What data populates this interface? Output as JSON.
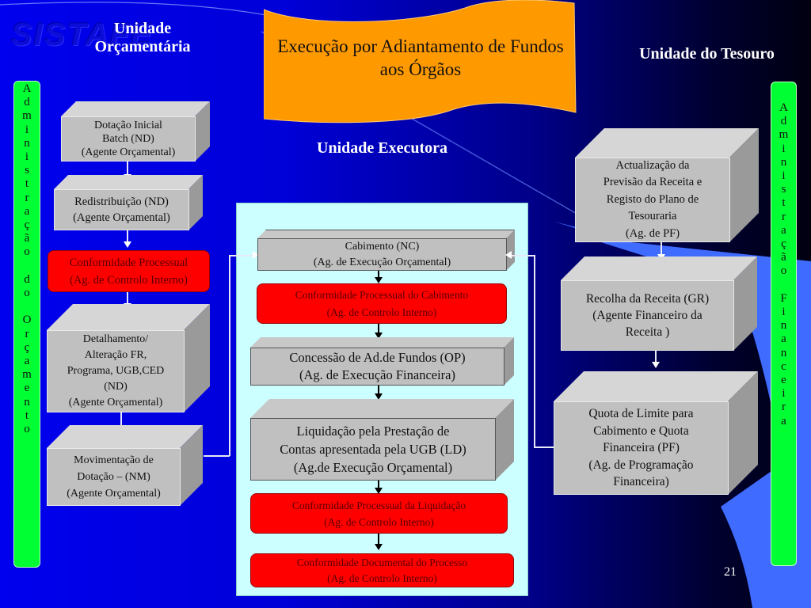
{
  "title": {
    "banner": "Execução por Adiantamento de Fundos aos Órgãos",
    "banner_color": "#ff9900",
    "watermark": "SISTAFE"
  },
  "sections": {
    "left": "Unidade Orçamentária",
    "center": "Unidade Executora",
    "right": "Unidade do Tesouro"
  },
  "side_bars": {
    "left": [
      "A",
      "d",
      "m",
      "i",
      "n",
      "i",
      "s",
      "t",
      "r",
      "a",
      "ç",
      "ã",
      "o",
      " ",
      "d",
      "o",
      " ",
      "O",
      "r",
      "ç",
      "a",
      "m",
      "e",
      "n",
      "t",
      "o"
    ],
    "right": [
      "A",
      "d",
      "m",
      "i",
      "n",
      "i",
      "s",
      "t",
      "r",
      "a",
      "ç",
      "ã",
      "o",
      " ",
      "F",
      "i",
      "n",
      "a",
      "n",
      "c",
      "e",
      "i",
      "r",
      "a"
    ],
    "color": "#00ff33"
  },
  "left_flow": [
    {
      "lines": [
        "Dotação Inicial",
        "Batch (ND)",
        "(Agente Orçamental)"
      ],
      "type": "box"
    },
    {
      "lines": [
        "Redistribuição (ND)",
        "(Agente Orçamental)"
      ],
      "type": "box"
    },
    {
      "lines": [
        "Conformidade Processual",
        "(Ag. de Controlo Interno)"
      ],
      "type": "red"
    },
    {
      "lines": [
        "Detalhamento/",
        "Alteração FR,",
        "Programa, UGB,CED",
        "(ND)",
        "(Agente Orçamental)"
      ],
      "type": "box"
    },
    {
      "lines": [
        "Movimentação de",
        "Dotação – (NM)",
        "(Agente Orçamental)"
      ],
      "type": "box"
    }
  ],
  "center_flow": [
    {
      "lines": [
        "Cabimento (NC)",
        "(Ag. de Execução Orçamental)"
      ],
      "type": "box"
    },
    {
      "lines": [
        "Conformidade Processual do Cabimento",
        "(Ag. de Controlo Interno)"
      ],
      "type": "red"
    },
    {
      "lines": [
        "Concessão de Ad.de Fundos (OP)",
        "(Ag. de Execução Financeira)"
      ],
      "type": "box"
    },
    {
      "lines": [
        "Liquidação pela Prestação de",
        "Contas apresentada pela UGB (LD)",
        "(Ag.de Execução Orçamental)"
      ],
      "type": "box"
    },
    {
      "lines": [
        "Conformidade Processual da Liquidação",
        "(Ag. de Controlo Interno)"
      ],
      "type": "red"
    },
    {
      "lines": [
        "Conformidade Documental do Processo",
        "(Ag. de Controlo Interno)"
      ],
      "type": "red"
    }
  ],
  "right_flow": [
    {
      "lines": [
        "Actualização da",
        "Previsão da Receita e",
        "Registo do Plano de",
        "Tesouraria",
        "(Ag. de PF)"
      ],
      "type": "box"
    },
    {
      "lines": [
        "Recolha da Receita (GR)",
        "(Agente Financeiro da",
        "Receita )"
      ],
      "type": "box"
    },
    {
      "lines": [
        "Quota de Limite para",
        "Cabimento e Quota",
        "Financeira (PF)",
        "(Ag. de Programação",
        "Financeira)"
      ],
      "type": "box"
    }
  ],
  "page_number": "21"
}
